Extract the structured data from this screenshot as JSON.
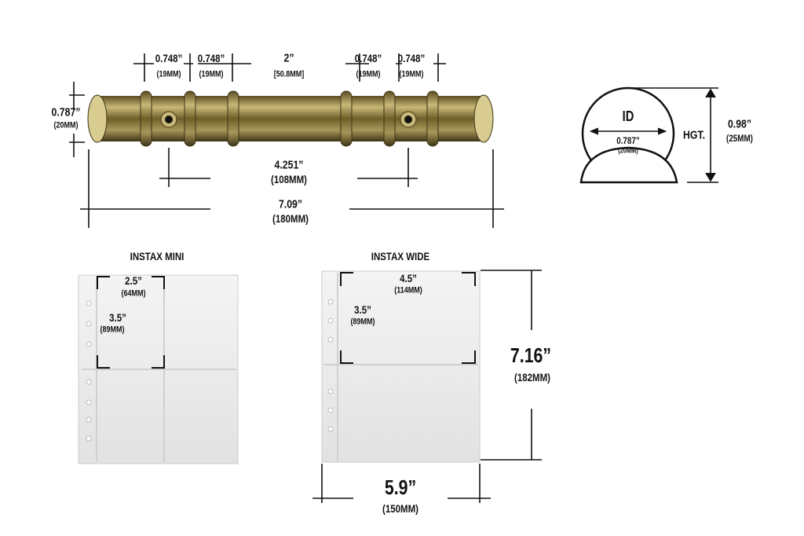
{
  "binder": {
    "spacings": [
      {
        "inch": "0.748”",
        "mm": "(19MM)"
      },
      {
        "inch": "0.748”",
        "mm": "(19MM)"
      },
      {
        "inch": "2”",
        "mm": "[50.8MM]"
      },
      {
        "inch": "0.748”",
        "mm": "(19MM)"
      },
      {
        "inch": "0.748”",
        "mm": "(19MM)"
      }
    ],
    "diameter": {
      "inch": "0.787”",
      "mm": "(20MM)"
    },
    "hole_distance": {
      "inch": "4.251”",
      "mm": "(108MM)"
    },
    "length": {
      "inch": "7.09”",
      "mm": "(180MM)"
    },
    "colors": {
      "brass": "#8a7a3c",
      "dark": "#3d3416"
    }
  },
  "ring": {
    "id_label": "ID",
    "id_value": {
      "inch": "0.787”",
      "mm": "(20MM)"
    },
    "height_label": "HGT.",
    "height_value": {
      "inch": "0.98”",
      "mm": "(25MM)"
    }
  },
  "mini": {
    "title": "INSTAX MINI",
    "width": {
      "inch": "2.5”",
      "mm": "(64MM)"
    },
    "height": {
      "inch": "3.5”",
      "mm": "(89MM)"
    }
  },
  "wide": {
    "title": "INSTAX WIDE",
    "width": {
      "inch": "4.5”",
      "mm": "(114MM)"
    },
    "height": {
      "inch": "3.5”",
      "mm": "(89MM)"
    },
    "page_height": {
      "inch": "7.16”",
      "mm": "(182MM)"
    },
    "page_width": {
      "inch": "5.9”",
      "mm": "(150MM)"
    }
  }
}
